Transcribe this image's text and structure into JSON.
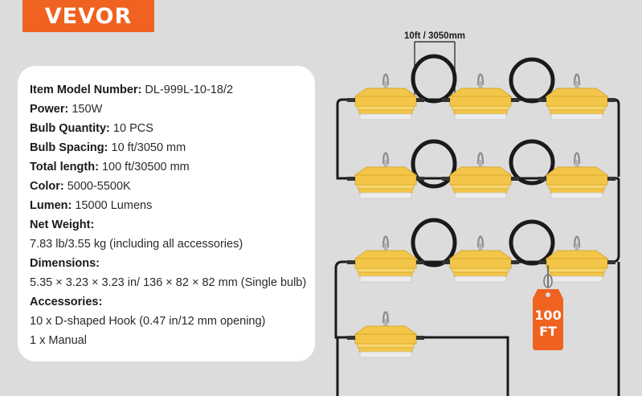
{
  "brand": {
    "logo_text": "VEVOR"
  },
  "specs": [
    {
      "label": "Item Model Number:",
      "value": " DL-999L-10-18/2"
    },
    {
      "label": "Power:",
      "value": " 150W"
    },
    {
      "label": "Bulb Quantity:",
      "value": " 10 PCS"
    },
    {
      "label": "Bulb Spacing:",
      "value": " 10 ft/3050 mm"
    },
    {
      "label": "Total length:",
      "value": " 100 ft/30500 mm"
    },
    {
      "label": "Color:",
      "value": " 5000-5500K"
    },
    {
      "label": "Lumen:",
      "value": " 15000 Lumens"
    },
    {
      "label": "Net Weight:",
      "value": ""
    },
    {
      "label": "",
      "value": "7.83 lb/3.55 kg (including all accessories)"
    },
    {
      "label": "Dimensions:",
      "value": ""
    },
    {
      "label": "",
      "value": "5.35 × 3.23 × 3.23 in/ 136 × 82 × 82 mm (Single bulb)"
    },
    {
      "label": "Accessories:",
      "value": ""
    },
    {
      "label": "",
      "value": "10 x D-shaped Hook (0.47 in/12 mm opening)"
    },
    {
      "label": "",
      "value": "1 x Manual"
    }
  ],
  "diagram": {
    "spacing_label": "10ft / 3050mm",
    "tag_line1": "100",
    "tag_line2": "FT",
    "colors": {
      "brand": "#f0621f",
      "bulb": "#f3c64a",
      "cable": "#1a1a1a",
      "tag": "#f0621f"
    }
  }
}
